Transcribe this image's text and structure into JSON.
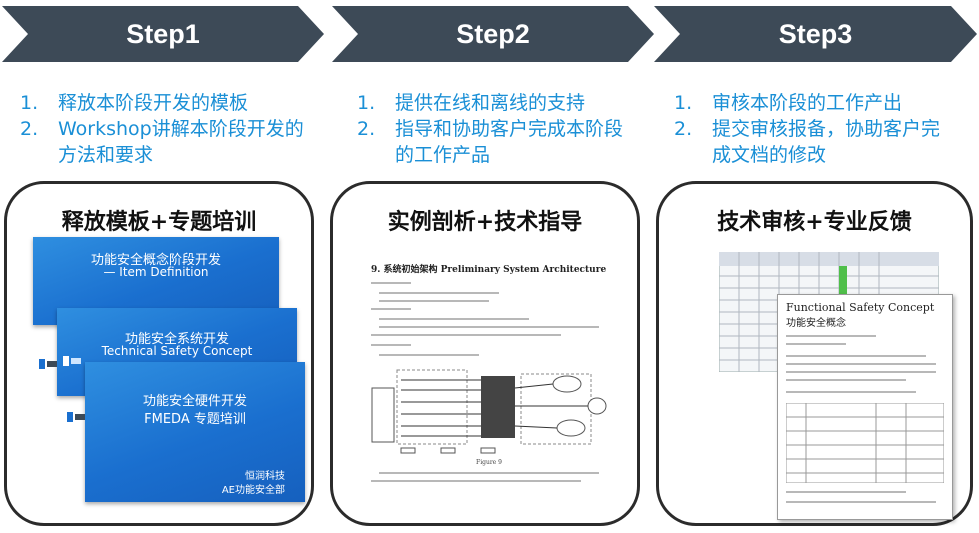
{
  "headers": [
    {
      "label": "Step1"
    },
    {
      "label": "Step2"
    },
    {
      "label": "Step3"
    }
  ],
  "colors": {
    "chevron": "#3d4a57",
    "step_text": "#1a8fd6",
    "slide_blue": "#1a6fcf",
    "panel_border": "#2b2b2b"
  },
  "step1": {
    "items": [
      {
        "num": "1.",
        "text": "释放本阶段开发的模板"
      },
      {
        "num": "2.",
        "text": "Workshop讲解本阶段开发的方法和要求"
      }
    ]
  },
  "step2": {
    "items": [
      {
        "num": "1.",
        "text": "提供在线和离线的支持"
      },
      {
        "num": "2.",
        "text": "指导和协助客户完成本阶段的工作产品"
      }
    ]
  },
  "step3": {
    "items": [
      {
        "num": "1.",
        "text": "审核本阶段的工作产出"
      },
      {
        "num": "2.",
        "text": "提交审核报备，协助客户完成文档的修改"
      }
    ]
  },
  "panel1": {
    "title": "释放模板+专题培训",
    "slides": [
      {
        "line1": "功能安全概念阶段开发",
        "line2": "— Item Definition"
      },
      {
        "line1": "功能安全系统开发",
        "line2": "Technical Safety Concept"
      },
      {
        "line1": "功能安全硬件开发",
        "line2": "FMEDA 专题培训",
        "footer1": "恒润科技",
        "footer2": "AE功能安全部"
      }
    ]
  },
  "panel2": {
    "title": "实例剖析+技术指导",
    "doc_heading": "9.  系统初始架构  Preliminary System Architecture",
    "doc_caption": "Figure 9"
  },
  "panel3": {
    "title": "技术审核+专业反馈",
    "doc_title1": "Functional Safety Concept",
    "doc_title2": "功能安全概念"
  }
}
